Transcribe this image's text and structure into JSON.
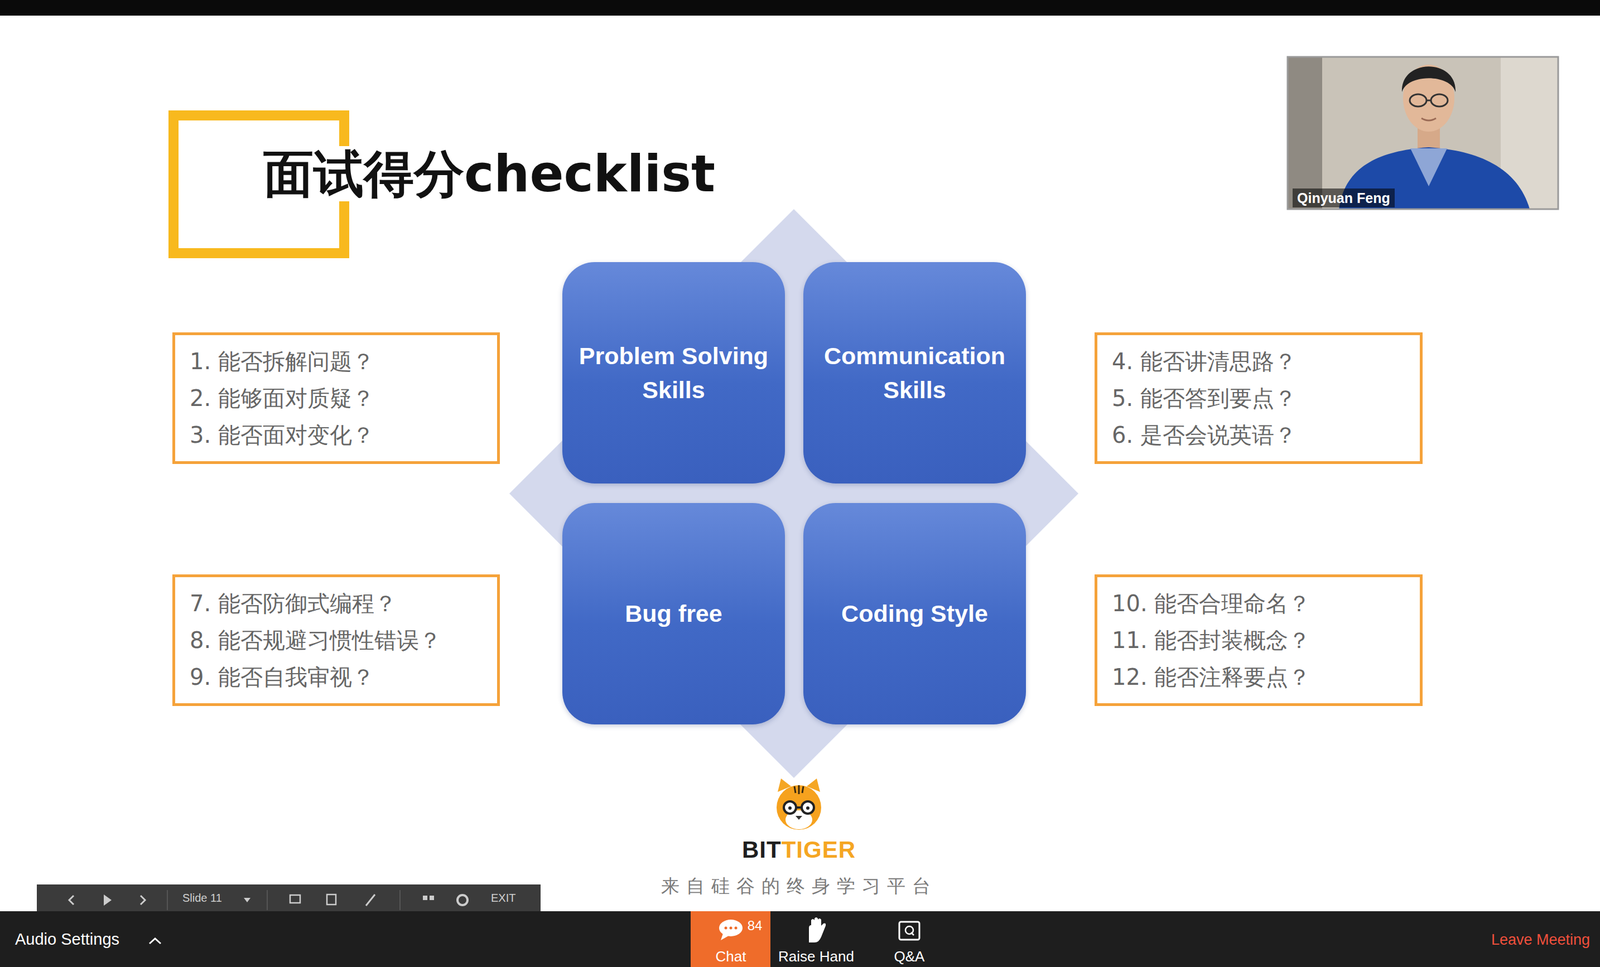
{
  "diagram": {
    "title": "面试得分checklist",
    "nodes": [
      {
        "text": [
          "Qinyuan Feng"
        ]
      },
      {
        "text": [
          "1. 能否拆解问题？",
          "2. 能够面对质疑？",
          "3. 能否面对变化？"
        ]
      },
      {
        "text": [
          "Problem Solving Skills"
        ]
      },
      {
        "text": [
          "Communication Skills"
        ]
      },
      {
        "text": [
          "4. 能否讲清思路？",
          "5. 能否答到要点？",
          "6. 是否会说英语？"
        ]
      },
      {
        "text": [
          "7. 能否防御式编程？",
          "8. 能否规避习惯性错误？",
          "9. 能否自我审视？"
        ]
      },
      {
        "text": [
          "Bug free"
        ]
      },
      {
        "text": [
          "Coding Style"
        ]
      },
      {
        "text": [
          "10. 能否合理命名？",
          "11. 能否封装概念？",
          "12. 能否注释要点？"
        ]
      },
      {
        "text": [
          "Slide 11",
          "EXIT"
        ]
      },
      {
        "text": [
          "Audio Settings",
          "Raise Hand",
          "Q&A",
          "Leave Meeting"
        ]
      },
      {
        "text": [
          "84",
          "Chat"
        ],
        "in": 10
      }
    ],
    "labels": [
      "BIT",
      "TIGER",
      "来自硅谷的终身学习平台"
    ]
  }
}
